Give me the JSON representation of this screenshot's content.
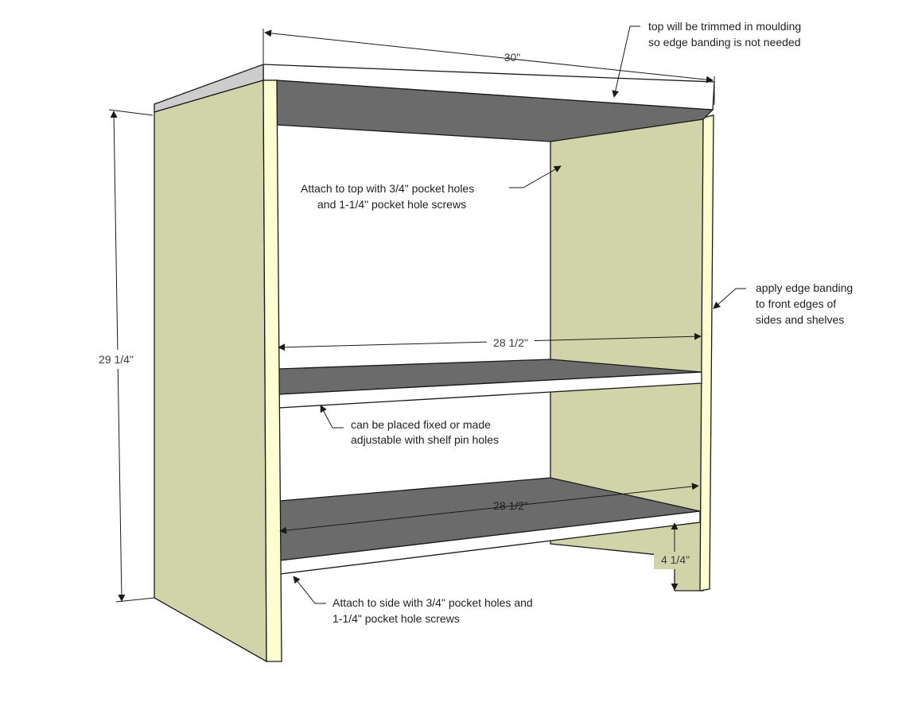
{
  "dimensions": {
    "top_width": "30\"",
    "height": "29 1/4\"",
    "shelf_width_upper": "28 1/2\"",
    "shelf_width_lower": "28 1/2\"",
    "bottom_shelf_height": "4 1/4\""
  },
  "annotations": {
    "top_note": [
      "top will be trimmed in moulding",
      "so edge banding is not needed"
    ],
    "top_attach": [
      "Attach to top with 3/4\" pocket holes",
      "and 1-1/4\" pocket hole screws"
    ],
    "edge_banding": [
      "apply edge banding",
      "to front edges of",
      "sides and shelves"
    ],
    "shelf_note": [
      "can be placed fixed or made",
      "adjustable with shelf pin holes"
    ],
    "side_attach": [
      "Attach to side with 3/4\" pocket holes and",
      "1-1/4\" pocket hole screws"
    ]
  },
  "colors": {
    "side_panel": "#d1d4a8",
    "front_edge": "#fdfdd2",
    "shelf_surface": "#6b6b6b",
    "edge_white": "#ffffff",
    "outline": "#1a1a1a",
    "top_bevel": "#cdcdcd"
  }
}
